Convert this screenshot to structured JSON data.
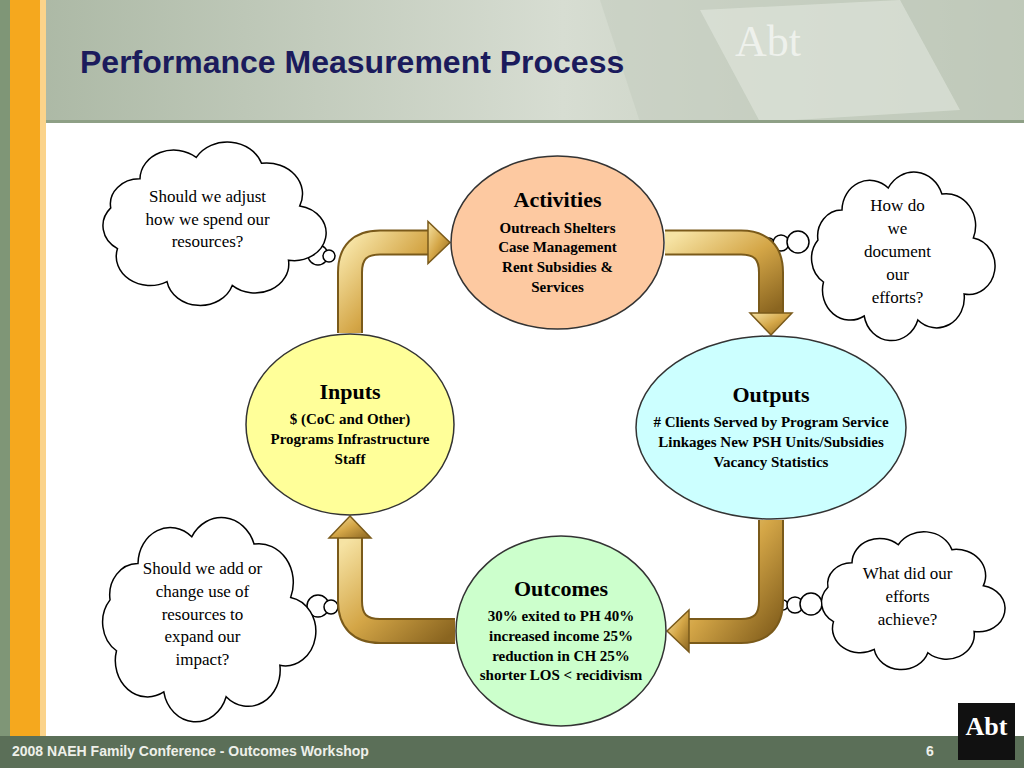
{
  "diagram": {
    "title": "Performance Measurement Process",
    "nodes": [
      {
        "text": [
          "Should we adjust how we spend our resources?"
        ]
      },
      {
        "text": [
          "Activities",
          "Outreach Shelters Case Management Rent Subsidies & Services"
        ]
      },
      {
        "text": [
          "How do we document our efforts?"
        ]
      },
      {
        "text": [
          "Inputs",
          "$ (CoC and Other) Programs Infrastructure Staff"
        ]
      },
      {
        "text": [
          "Outputs",
          "# Clients Served by Program Service Linkages New PSH Units/Subsidies Vacancy Statistics"
        ]
      },
      {
        "text": [
          "Should we add or change use of resources to expand our impact?"
        ]
      },
      {
        "text": [
          "Outcomes",
          "30% exited to PH 40% increased income 25% reduction in CH 25% shorter LOS < recidivism"
        ]
      },
      {
        "text": [
          "What did our efforts achieve?"
        ]
      }
    ],
    "edges": [
      {
        "from": 3,
        "to": 1,
        "arrow": "to"
      },
      {
        "from": 1,
        "to": 4,
        "arrow": "to"
      },
      {
        "from": 4,
        "to": 6,
        "arrow": "to"
      },
      {
        "from": 6,
        "to": 3,
        "arrow": "to"
      }
    ],
    "labels": [
      "Abt",
      "2008 NAEH Family Conference - Outcomes Workshop",
      "6",
      "Abt"
    ]
  }
}
